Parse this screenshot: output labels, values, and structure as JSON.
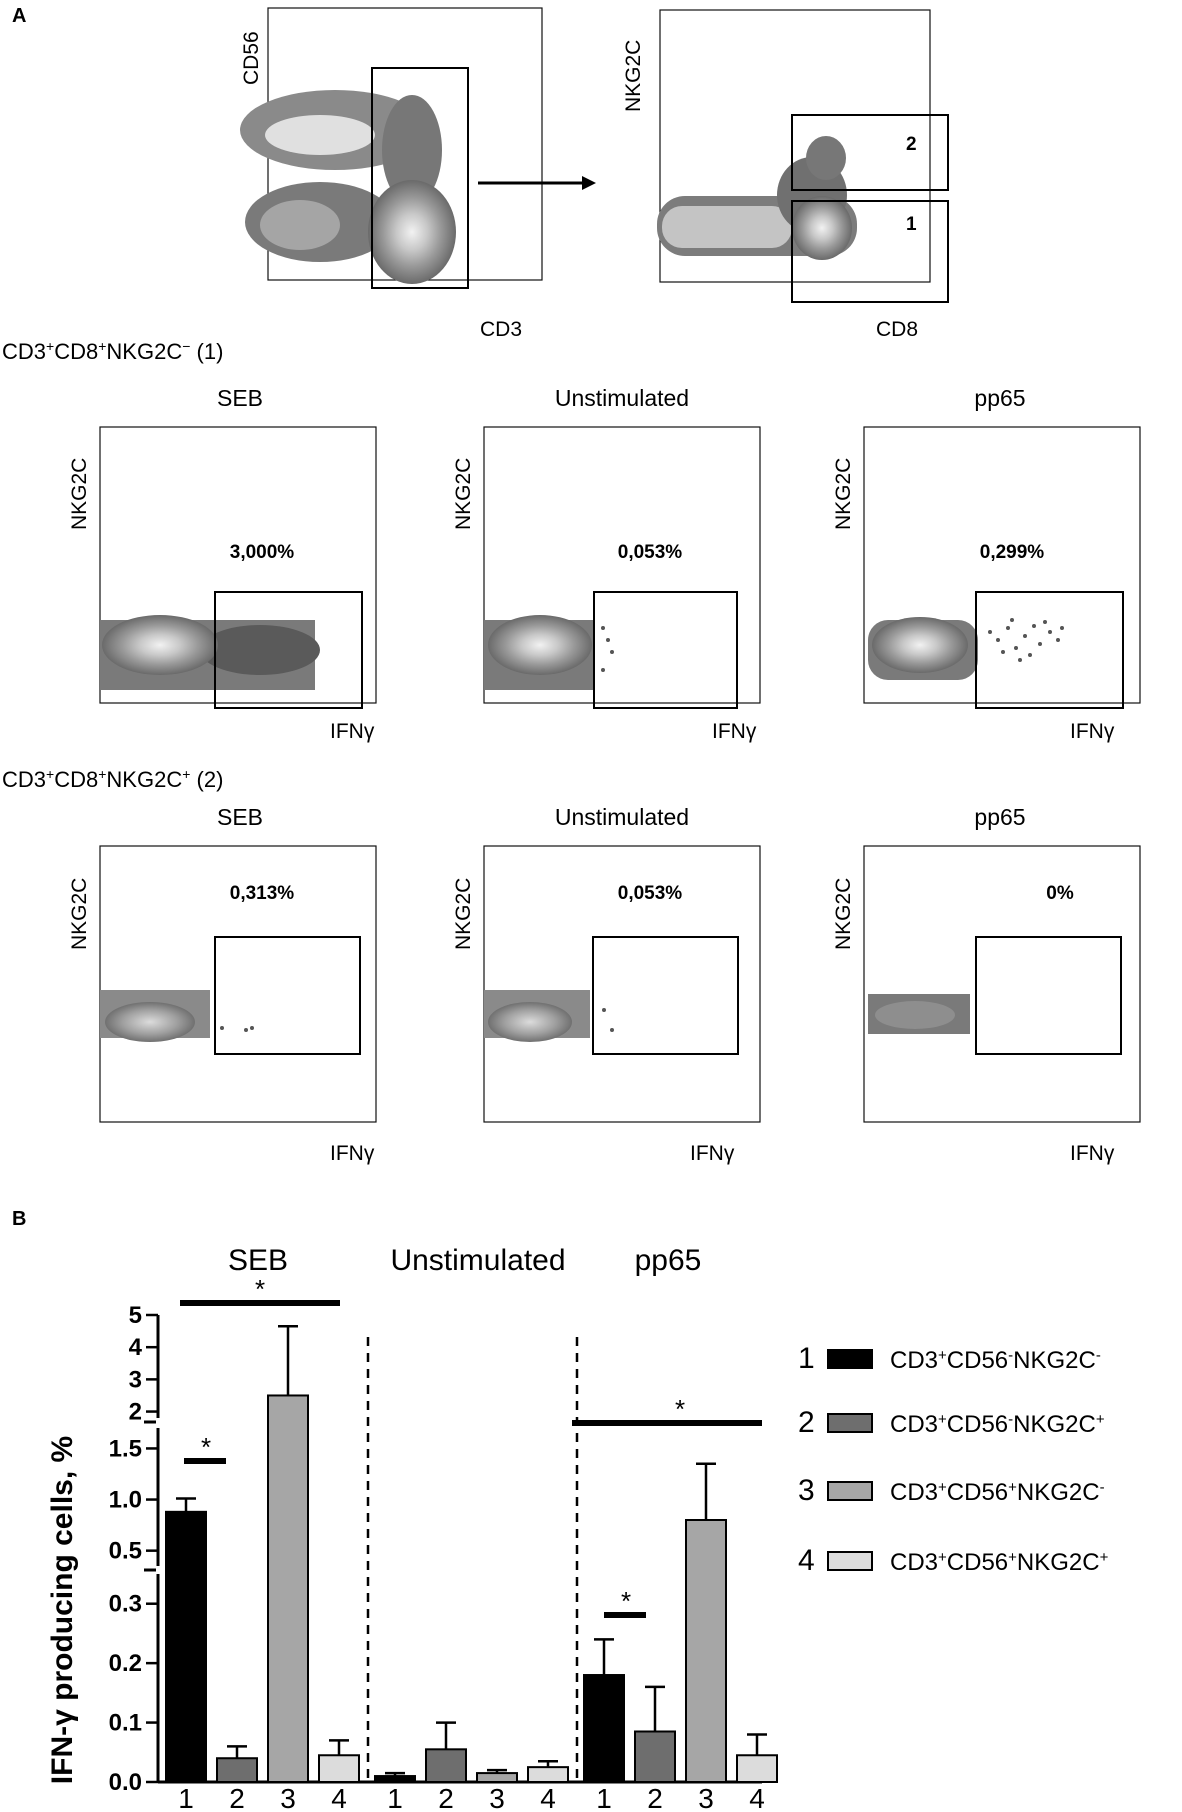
{
  "panel_labels": {
    "a": "A",
    "b": "B"
  },
  "top_plots": {
    "left": {
      "ylabel": "CD56",
      "xlabel": "CD3"
    },
    "right": {
      "ylabel": "NKG2C",
      "xlabel": "CD8",
      "gate_upper": "2",
      "gate_lower": "1"
    }
  },
  "row1": {
    "label_main": "CD3",
    "sup1": "+",
    "mid": "CD8",
    "sup2": "+",
    "tail": "NKG2C",
    "sup3": "−",
    "gate": " (1)",
    "plots": [
      {
        "title": "SEB",
        "ylabel": "NKG2C",
        "xlabel": "IFNγ",
        "value": "3,000%"
      },
      {
        "title": "Unstimulated",
        "ylabel": "NKG2C",
        "xlabel": "IFNγ",
        "value": "0,053%"
      },
      {
        "title": "pp65",
        "ylabel": "NKG2C",
        "xlabel": "IFNγ",
        "value": "0,299%"
      }
    ]
  },
  "row2": {
    "label_main": "CD3",
    "sup1": "+",
    "mid": "CD8",
    "sup2": "+",
    "tail": "NKG2C",
    "sup3": "+",
    "gate": " (2)",
    "plots": [
      {
        "title": "SEB",
        "ylabel": "NKG2C",
        "xlabel": "IFNγ",
        "value": "0,313%"
      },
      {
        "title": "Unstimulated",
        "ylabel": "NKG2C",
        "xlabel": "IFNγ",
        "value": "0,053%"
      },
      {
        "title": "pp65",
        "ylabel": "NKG2C",
        "xlabel": "IFNγ",
        "value": "0%"
      }
    ]
  },
  "chart_data": {
    "type": "bar",
    "ylabel": "IFN-γ producing cells, %",
    "groups": [
      "SEB",
      "Unstimulated",
      "pp65"
    ],
    "x_tick_labels": [
      "1",
      "2",
      "3",
      "4"
    ],
    "y_axis_segments": [
      {
        "range": [
          0,
          0.35
        ],
        "ticks": [
          "0.0",
          "0.1",
          "0.2",
          "0.3"
        ]
      },
      {
        "range": [
          0.35,
          1.7
        ],
        "ticks": [
          "0.5",
          "1.0",
          "1.5"
        ]
      },
      {
        "range": [
          1.8,
          5
        ],
        "ticks": [
          "2",
          "3",
          "4",
          "5"
        ]
      }
    ],
    "series": [
      {
        "name": "CD3+CD56−NKG2C−",
        "values": [
          0.88,
          0.01,
          0.18
        ],
        "errors": [
          0.13,
          0.005,
          0.06
        ],
        "color": "#000000"
      },
      {
        "name": "CD3+CD56−NKG2C+",
        "values": [
          0.04,
          0.055,
          0.085
        ],
        "errors": [
          0.02,
          0.045,
          0.075
        ],
        "color": "#6e6e6e"
      },
      {
        "name": "CD3+CD56+NKG2C−",
        "values": [
          2.5,
          0.015,
          0.8
        ],
        "errors": [
          2.15,
          0.005,
          0.55
        ],
        "color": "#a6a6a6"
      },
      {
        "name": "CD3+CD56+NKG2C+",
        "values": [
          0.045,
          0.025,
          0.045
        ],
        "errors": [
          0.025,
          0.01,
          0.035
        ],
        "color": "#dcdcdc"
      }
    ],
    "significance_marker": "*",
    "legend": {
      "position": "right",
      "items": [
        {
          "num": "1",
          "a": "CD3",
          "s1": "+",
          "b": "CD56",
          "s2": "-",
          "c": "NKG2C",
          "s3": "-"
        },
        {
          "num": "2",
          "a": "CD3",
          "s1": "+",
          "b": "CD56",
          "s2": "-",
          "c": "NKG2C",
          "s3": "+"
        },
        {
          "num": "3",
          "a": "CD3",
          "s1": "+",
          "b": "CD56",
          "s2": "+",
          "c": "NKG2C",
          "s3": "-"
        },
        {
          "num": "4",
          "a": "CD3",
          "s1": "+",
          "b": "CD56",
          "s2": "+",
          "c": "NKG2C",
          "s3": "+"
        }
      ]
    }
  }
}
